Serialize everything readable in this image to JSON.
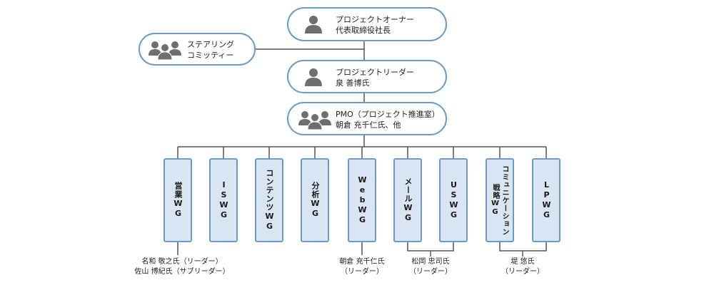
{
  "top_nodes": {
    "owner": {
      "line1": "プロジェクトオーナー",
      "line2": "代表取締役社長",
      "icon": "person-icon"
    },
    "steering": {
      "line1": "ステアリング",
      "line2": "コミッティー",
      "icon": "group-icon"
    },
    "leader": {
      "line1": "プロジェクトリーダー",
      "line2": "泉 善博氏",
      "icon": "person-icon"
    },
    "pmo": {
      "line1": "PMO（プロジェクト推進室）",
      "line2": "朝倉 充千仁氏、他",
      "icon": "group-icon"
    }
  },
  "working_groups": [
    {
      "id": "eigyo",
      "label": "営業WG"
    },
    {
      "id": "is",
      "label": "ISWG"
    },
    {
      "id": "contents",
      "label": "コンテンツWG"
    },
    {
      "id": "bunseki",
      "label": "分析WG"
    },
    {
      "id": "web",
      "label": "WebWG"
    },
    {
      "id": "mail",
      "label": "メールWG"
    },
    {
      "id": "us",
      "label": "USWG"
    },
    {
      "id": "comm",
      "label": "コミュニケーション\n戦略WG"
    },
    {
      "id": "lp",
      "label": "LPWG"
    }
  ],
  "leaders": {
    "eigyo_line1": "名和 敬之氏（リーダー）",
    "eigyo_line2": "佐山 博紀氏（サブリーダー）",
    "web_line1": "朝倉 充千仁氏",
    "web_line2": "（リーダー）",
    "mail_us_line1": "松岡 忠司氏",
    "mail_us_line2": "（リーダー）",
    "comm_lp_line1": "堤 悠氏",
    "comm_lp_line2": "（リーダー）"
  },
  "colors": {
    "accent_border": "#6a9bc8",
    "wg_fill": "#d9e5f3",
    "icon_fill": "#6e6e6e",
    "line": "#555555"
  }
}
